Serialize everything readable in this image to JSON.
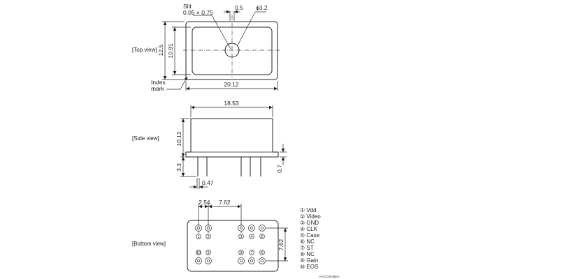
{
  "views": {
    "top": "[Top view]",
    "side": "[Side view]",
    "bottom": "[Bottom view]"
  },
  "top_dims": {
    "slit": "Slit",
    "slit_size": "0.05 × 0.75",
    "d_05": "0.5",
    "d_phi": "ϕ3.2",
    "d_125": "12.5",
    "d_1091": "10.91",
    "d_2012": "20.12",
    "index": "Index",
    "mark": "mark"
  },
  "side_dims": {
    "d_1853": "18.53",
    "d_1012": "10.12",
    "d_33": "3.3",
    "d_07": "0.7",
    "d_047": "0.47"
  },
  "bottom_dims": {
    "d_254": "2.54",
    "d_762": "7.62",
    "d_762v": "7.62"
  },
  "pin_numbers": {
    "p1": "1",
    "p2": "2",
    "p3": "3",
    "p4": "4",
    "p5": "5",
    "p6": "6",
    "p7": "7",
    "p8": "8",
    "p9": "9",
    "p10": "10"
  },
  "pins": [
    "① Vdd",
    "② Video",
    "③ GND",
    "④ CLK",
    "⑤ Case",
    "⑥ NC",
    "⑦ ST",
    "⑧ NC",
    "⑨ Gain",
    "⑩ EOS"
  ],
  "code": "KACC0433EA"
}
